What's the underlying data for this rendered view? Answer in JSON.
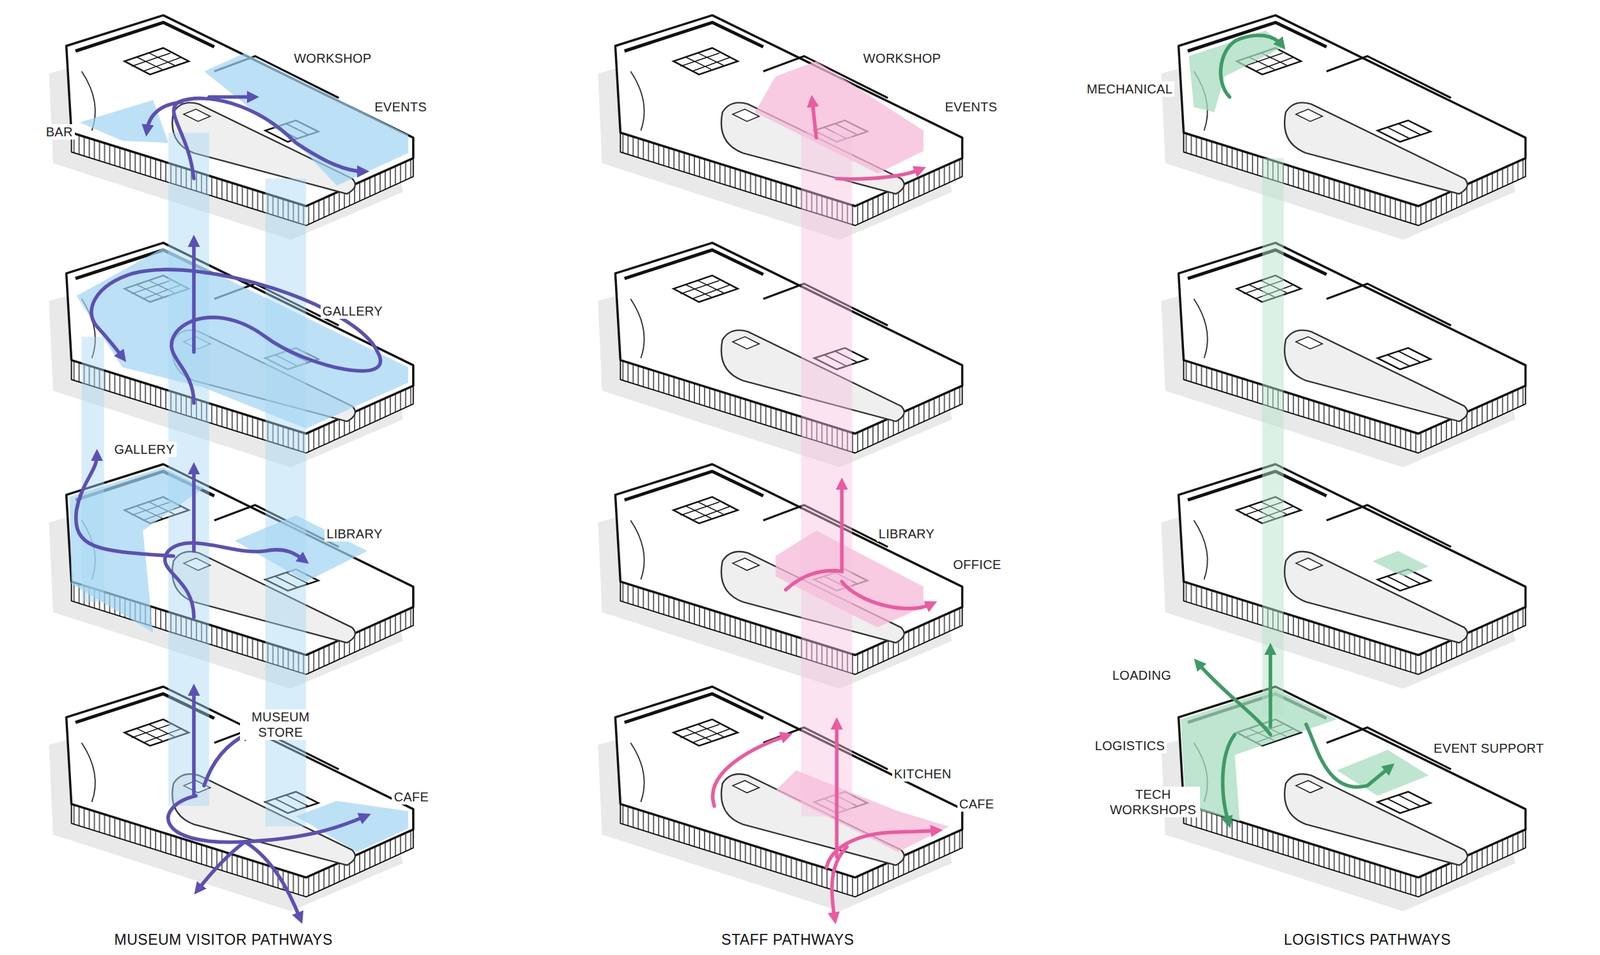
{
  "diagram": {
    "labels": [
      "WORKSHOP",
      "EVENTS",
      "BAR",
      "GALLERY",
      "GALLERY",
      "LIBRARY",
      "MUSEUM STORE",
      "CAFE",
      "MUSEUM VISITOR PATHWAYS",
      "WORKSHOP",
      "EVENTS",
      "LIBRARY",
      "OFFICE",
      "KITCHEN",
      "CAFE",
      "STAFF PATHWAYS",
      "MECHANICAL",
      "LOADING",
      "LOGISTICS",
      "TECH WORKSHOPS",
      "EVENT SUPPORT",
      "LOGISTICS PATHWAYS"
    ]
  }
}
